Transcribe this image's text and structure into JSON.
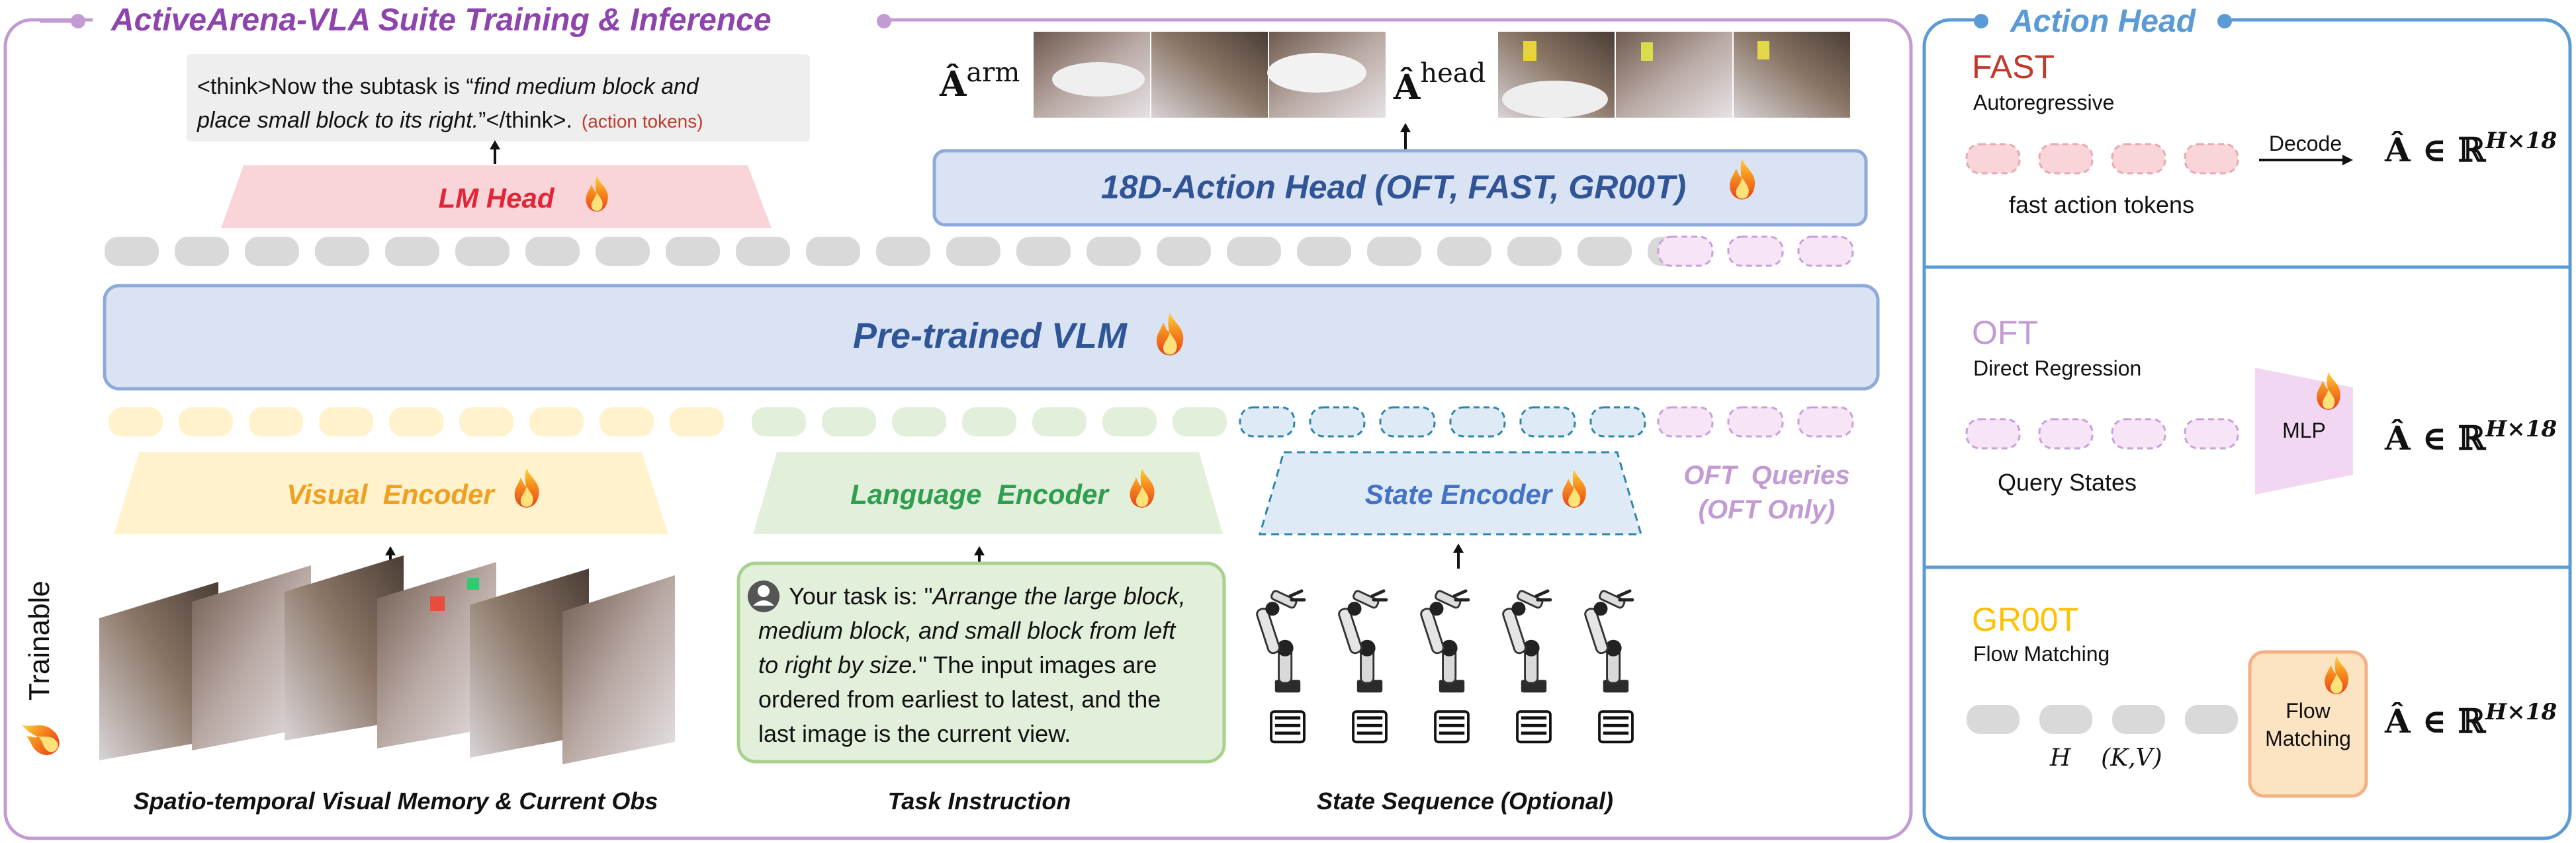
{
  "main_panel": {
    "title": "ActiveArena-VLA Suite Training & Inference",
    "color": "#9B59B6"
  },
  "think_box": {
    "prefix": "<think>Now the subtask is “",
    "italic_1": "find medium block and",
    "italic_2": "place small block to its right.",
    "suffix": "”</think>.",
    "tag": "(action tokens)"
  },
  "lm_head": {
    "label": "LM Head"
  },
  "action_head_box": {
    "label": "18D-Action Head (OFT, FAST, GR00T)"
  },
  "arm_label": {
    "symbol": "Â",
    "superscript": "arm"
  },
  "head_label": {
    "symbol": "Â",
    "superscript": "head"
  },
  "vlm": {
    "label": "Pre-trained VLM"
  },
  "encoders": {
    "visual": "Visual  Encoder",
    "language": "Language  Encoder",
    "state": "State Encoder",
    "oft_queries_1": "OFT  Queries",
    "oft_queries_2": "(OFT Only)"
  },
  "trainable": {
    "label": "Trainable"
  },
  "task_box": {
    "line1_plain": "Your task is: \"",
    "line1_italic": "Arrange the large block,",
    "line2_italic": "medium block, and small block from left",
    "line3_italic": "to right by size.",
    "line3_plain": "\" The input images are",
    "line4": "ordered from earliest to latest, and the",
    "line5": "last image is the current view."
  },
  "captions": {
    "visual": "Spatio-temporal Visual Memory & Current Obs",
    "task": "Task Instruction",
    "state": "State Sequence (Optional)"
  },
  "action_head_panel": {
    "title": "Action Head",
    "color": "#5B9BD5",
    "fast": {
      "name": "FAST",
      "subtitle": "Autoregressive",
      "arrow_label": "Decode",
      "tokens_label": "fast action tokens",
      "output": "Â ∈ ℝ",
      "output_sup": "H×18"
    },
    "oft": {
      "name": "OFT",
      "subtitle": "Direct Regression",
      "mlp": "MLP",
      "tokens_label": "Query States",
      "output": "Â ∈ ℝ",
      "output_sup": "H×18"
    },
    "groot": {
      "name": "GR00T",
      "subtitle": "Flow Matching",
      "box_1": "Flow",
      "box_2": "Matching",
      "tokens_label": "H    (K,V)",
      "output": "Â ∈ ℝ",
      "output_sup": "H×18"
    }
  }
}
